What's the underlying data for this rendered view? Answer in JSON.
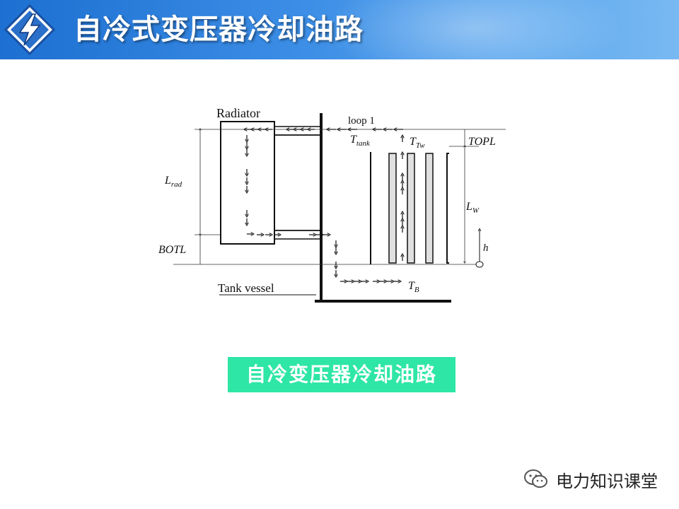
{
  "header": {
    "title": "自冷式变压器冷却油路",
    "logo_icon": "lightning-diamond-icon",
    "background_color": "#2f80de"
  },
  "diagram": {
    "radiator_label": "Radiator",
    "loop_label": "loop 1",
    "t_tank_label": "T",
    "t_tank_sub": "tank",
    "t_tw_label": "T",
    "t_tw_sub": "Tw",
    "topl_label": "TOPL",
    "lrad_label": "L",
    "lrad_sub": "rad",
    "lw_label": "L",
    "lw_sub": "W",
    "h_label": "h",
    "botl_label": "BOTL",
    "tank_vessel_label": "Tank vessel",
    "tb_label": "T",
    "tb_sub": "B"
  },
  "caption": {
    "text": "自冷变压器冷却油路",
    "background_color": "#2ee6a6"
  },
  "watermark": {
    "text": "电力知识课堂",
    "icon": "wechat-icon"
  }
}
